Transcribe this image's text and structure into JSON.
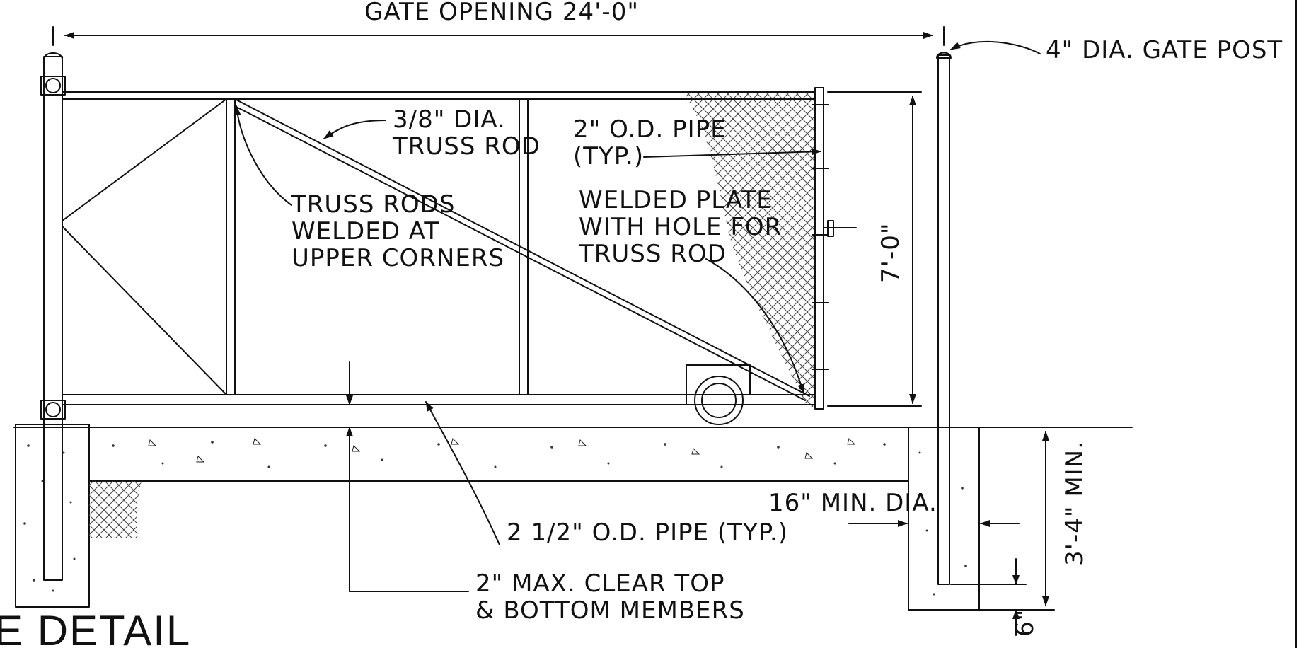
{
  "labels": {
    "gate_opening": "GATE OPENING 24'-0\"",
    "gate_post": "4\" DIA. GATE POST",
    "truss_rod_1": "3/8\" DIA.",
    "truss_rod_2": "TRUSS ROD",
    "od_pipe_1": "2\" O.D. PIPE",
    "od_pipe_2": "(TYP.)",
    "truss_welded_1": "TRUSS RODS",
    "truss_welded_2": "WELDED AT",
    "truss_welded_3": "UPPER CORNERS",
    "plate_1": "WELDED PLATE",
    "plate_2": "WITH HOLE FOR",
    "plate_3": "TRUSS ROD",
    "height": "7'-0\"",
    "depth": "3'-4\" MIN.",
    "footing_dia": "16\" MIN. DIA.",
    "bottom_pipe": "2 1/2\" O.D. PIPE (TYP.)",
    "clearance_1": "2\" MAX. CLEAR TOP",
    "clearance_2": "& BOTTOM MEMBERS",
    "six_inch": "6\"",
    "title": "E DETAIL"
  }
}
